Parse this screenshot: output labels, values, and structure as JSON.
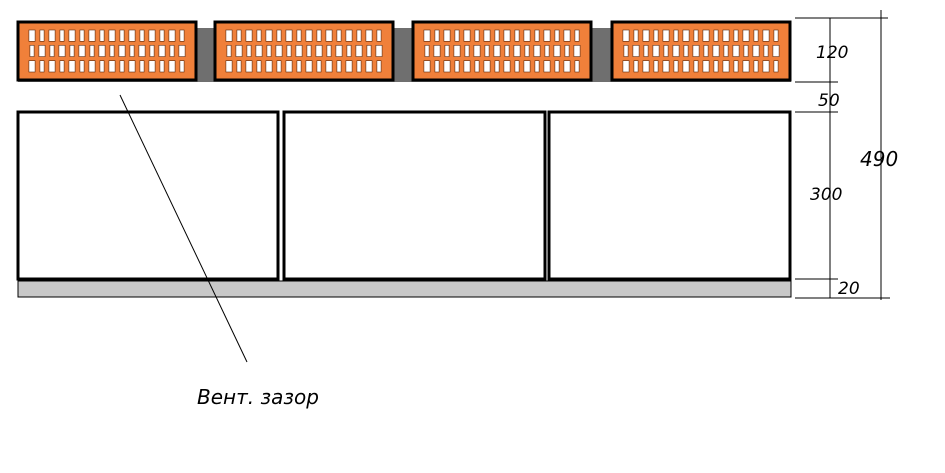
{
  "diagram": {
    "dimensions": {
      "brick_layer": "120",
      "vent_gap": "50",
      "insulation_layer": "300",
      "base_layer": "20",
      "total": "490"
    },
    "callout_label": "Вент. зазор",
    "colors": {
      "brick_fill": "#f0803a",
      "brick_hole": "#ffffff",
      "gap_fill": "#6f6f6f",
      "base_fill": "#c8c8c8",
      "outline": "#000000"
    },
    "brick_count": 4,
    "block_count": 3
  }
}
